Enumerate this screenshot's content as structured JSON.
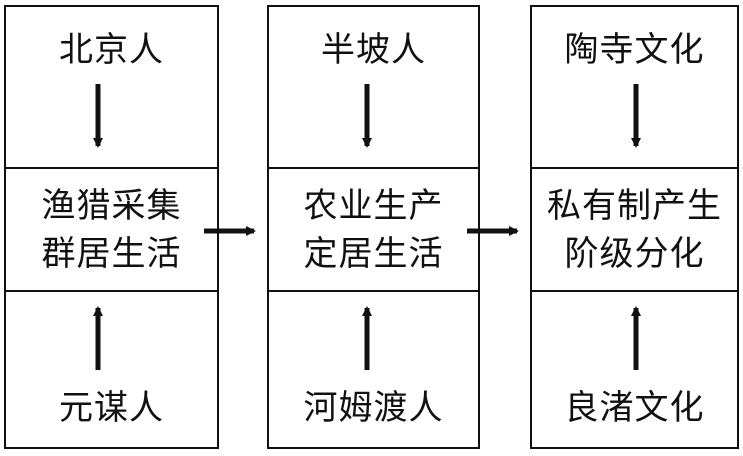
{
  "columns": [
    {
      "top": "北京人",
      "middle": [
        "渔猎采集",
        "群居生活"
      ],
      "bottom": "元谋人"
    },
    {
      "top": "半坡人",
      "middle": [
        "农业生产",
        "定居生活"
      ],
      "bottom": "河姆渡人"
    },
    {
      "top": "陶寺文化",
      "middle": [
        "私有制产生",
        "阶级分化"
      ],
      "bottom": "良渚文化"
    }
  ]
}
